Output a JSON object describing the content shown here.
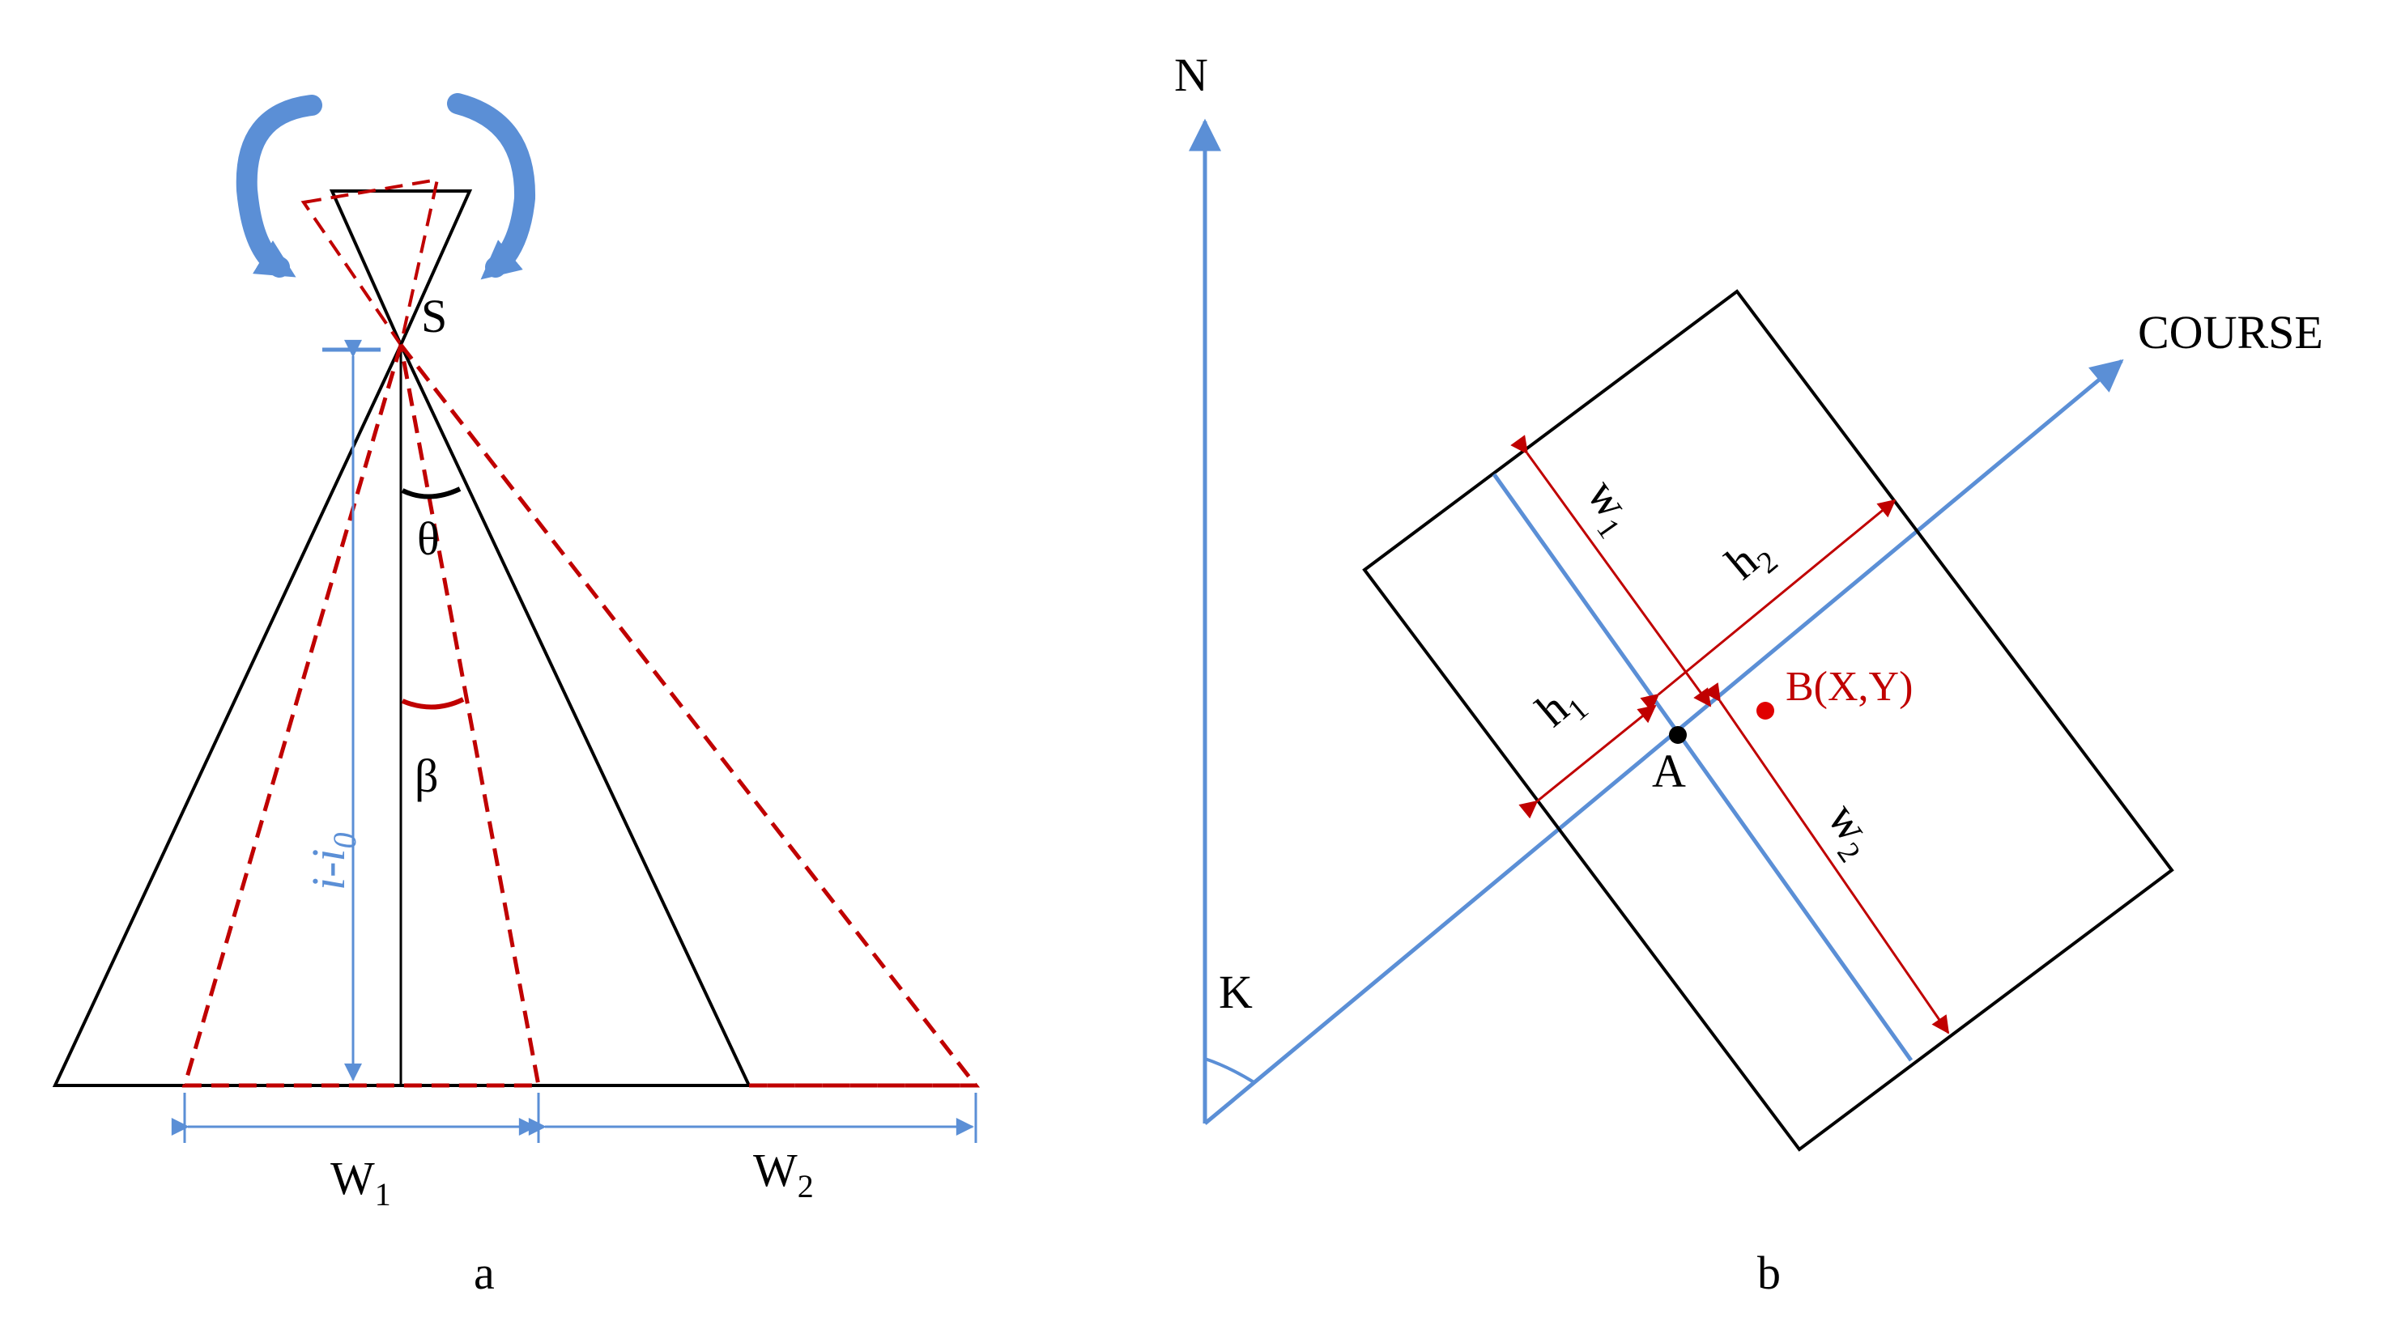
{
  "colors": {
    "black": "#000000",
    "blue": "#5B8FD6",
    "red": "#C00000",
    "background": "#ffffff"
  },
  "panel_a": {
    "caption": "a",
    "labels": {
      "apex": "S",
      "theta": "θ",
      "beta": "β",
      "height": "i-i",
      "height_sub": "0",
      "width1": "W",
      "width1_sub": "1",
      "width2": "W",
      "width2_sub": "2"
    },
    "icons": [
      "rotate-left-arrow-icon",
      "rotate-right-arrow-icon"
    ]
  },
  "panel_b": {
    "caption": "b",
    "labels": {
      "north": "N",
      "course": "COURSE",
      "angle": "K",
      "point_a": "A",
      "point_b": "B(X,Y)",
      "w1": "w",
      "w1_sub": "1",
      "w2": "w",
      "w2_sub": "2",
      "h1": "h",
      "h1_sub": "1",
      "h2": "h",
      "h2_sub": "2"
    }
  }
}
